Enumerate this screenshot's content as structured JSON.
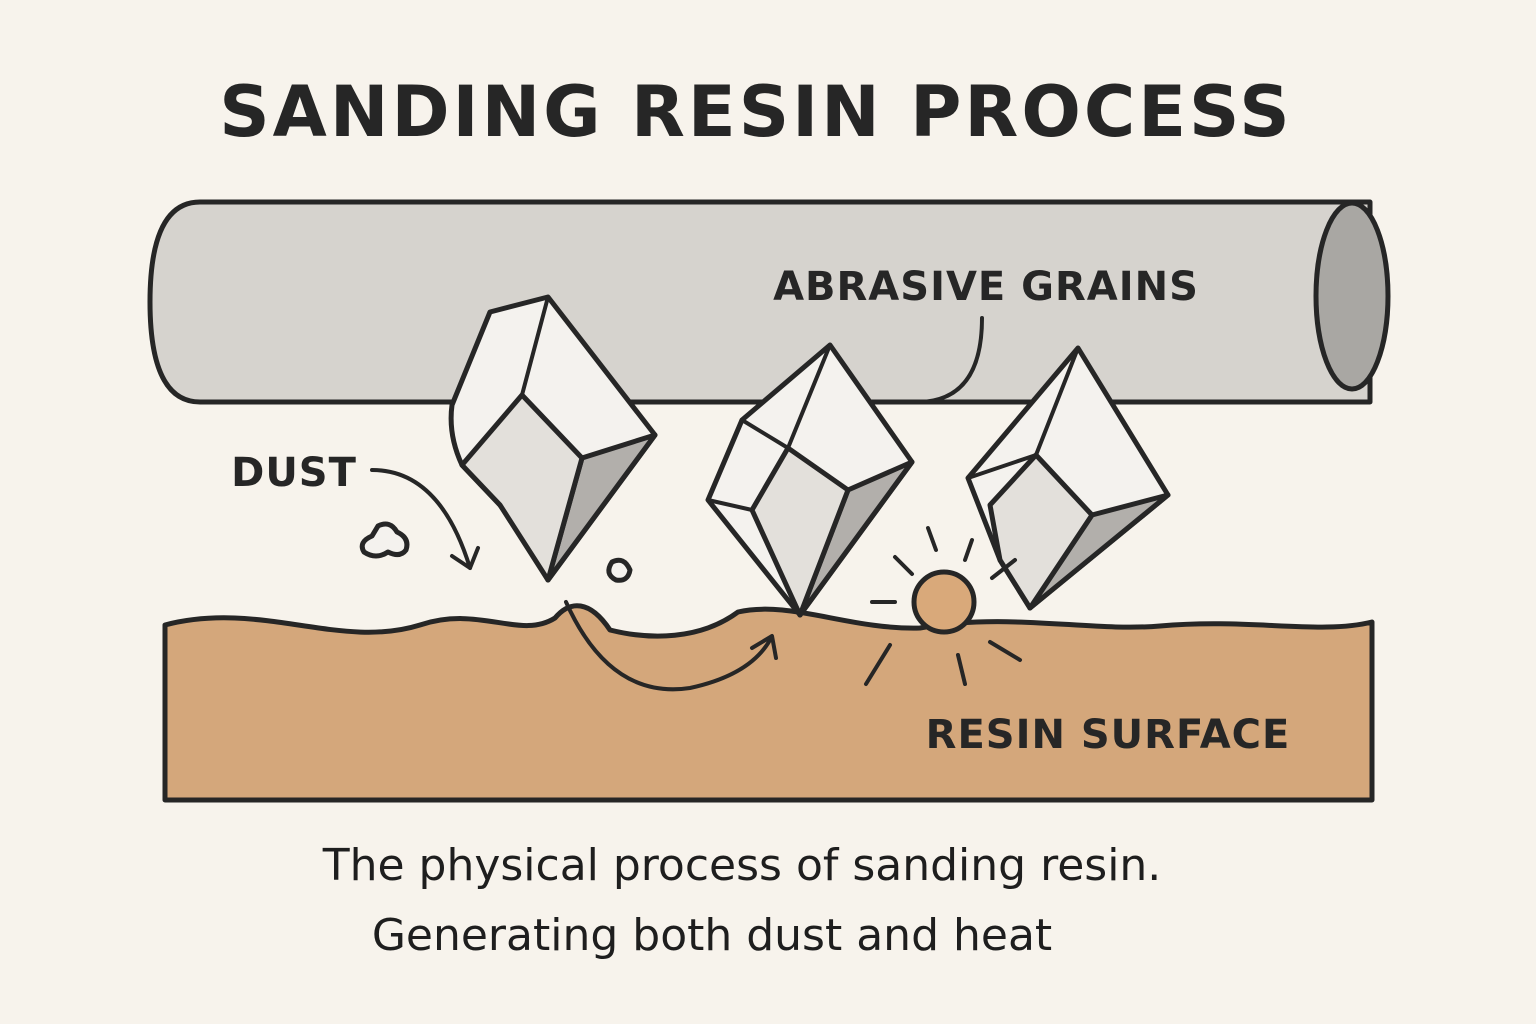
{
  "title": "SANDING RESIN PROCESS",
  "labels": {
    "abrasive": "ABRASIVE GRAINS",
    "dust": "DUST",
    "resin": "RESIN SURFACE"
  },
  "caption": {
    "line1": "The physical process of sanding resin.",
    "line2": "Generating both dust and heat"
  },
  "colors": {
    "background": "#f7f3ec",
    "roller": "#d6d3ce",
    "roller_end": "#a9a7a3",
    "grain_light": "#f4f2ee",
    "grain_mid": "#e3e0db",
    "grain_dark": "#b2afab",
    "resin": "#d4a77b",
    "heat": "#d9a97a",
    "outline": "#262626"
  }
}
